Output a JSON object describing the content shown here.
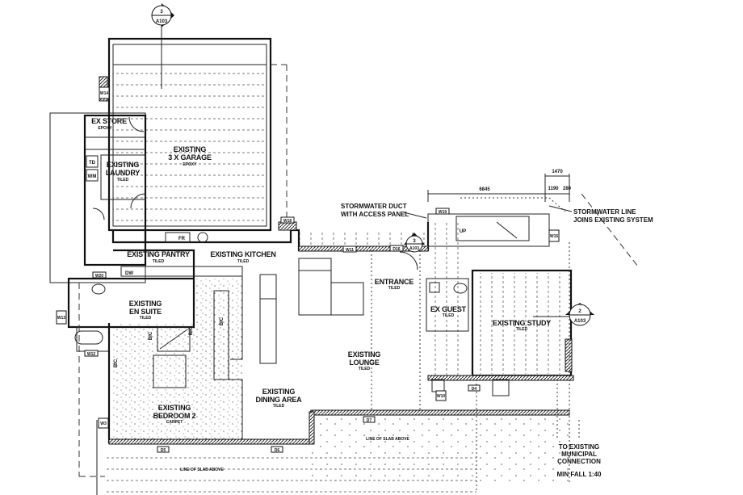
{
  "plan": {
    "rooms": {
      "garage": {
        "name": "EXISTING",
        "name2": "3 X GARAGE",
        "finish": "EPOXY"
      },
      "store": {
        "name": "EX STORE",
        "finish": "EPOXY"
      },
      "laundry": {
        "name": "EXISTING",
        "name2": "LAUNDRY",
        "finish": "TILED"
      },
      "pantry": {
        "name": "EXISTING PANTRY",
        "finish": "TILED"
      },
      "kitchen": {
        "name": "EXISTING KITCHEN",
        "finish": "TILED"
      },
      "ensuite": {
        "name": "EXISTING",
        "name2": "EN SUITE",
        "finish": "TILED"
      },
      "bedroom": {
        "name": "EXISTING",
        "name2": "BEDROOM 2",
        "finish": "CARPET"
      },
      "dining": {
        "name": "EXISTING",
        "name2": "DINING AREA",
        "finish": "TILED"
      },
      "lounge": {
        "name": "EXISTING",
        "name2": "LOUNGE",
        "finish": "TILED"
      },
      "entrance": {
        "name": "ENTRANCE",
        "finish": "TILED"
      },
      "guest": {
        "name": "EX GUEST",
        "finish": "TILED"
      },
      "study": {
        "name": "EXISTING STUDY",
        "finish": "TILED"
      }
    },
    "fixtures": {
      "td": "TD",
      "wm": "WM",
      "fr": "FR",
      "dw": "DW",
      "bic1": "BIC",
      "bic2": "BIC",
      "bic3": "BIC",
      "bic4": "BIC",
      "up": "UP"
    },
    "tags": [
      "W19",
      "W18",
      "D16",
      "W20",
      "W12",
      "W13",
      "W14",
      "W15",
      "D5",
      "D6",
      "D7",
      "D4",
      "W11",
      "W10",
      "W3"
    ],
    "section_markers": [
      {
        "number": "3",
        "sheet": "A103"
      },
      {
        "number": "2",
        "sheet": "A103"
      },
      {
        "number": "3",
        "sheet": "A103"
      }
    ],
    "dimensions": {
      "overall": "6845",
      "top": "1470",
      "sub": "1190",
      "sub2": "280"
    },
    "notes": {
      "duct": "STORMWATER DUCT",
      "duct2": "WITH ACCESS PANEL",
      "line": "STORMWATER LINE",
      "line2": "JOINS EXISTING SYSTEM",
      "conn1": "TO EXISTING",
      "conn2": "MUNICIPAL",
      "conn3": "CONNECTION",
      "fall": "MIN FALL 1:40",
      "slab1": "LINE OF SLAB ABOVE",
      "slab2": "LINE OF SLAB ABOVE"
    }
  }
}
